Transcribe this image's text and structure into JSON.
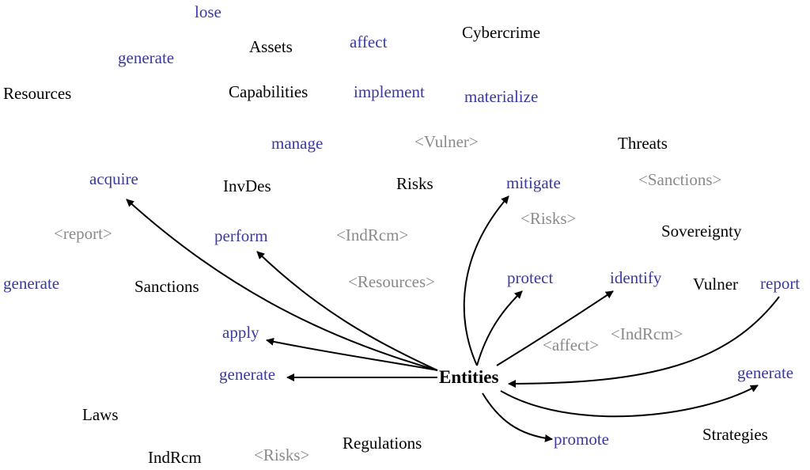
{
  "colors": {
    "concept": "#000000",
    "relation": "#3a3aa0",
    "meta": "#8a8a8a",
    "edge": "#000000"
  },
  "hub": "Entities",
  "words": [
    {
      "text": "lose",
      "kind": "r"
    },
    {
      "text": "generate",
      "kind": "r"
    },
    {
      "text": "Assets",
      "kind": "c"
    },
    {
      "text": "affect",
      "kind": "r"
    },
    {
      "text": "Cybercrime",
      "kind": "c"
    },
    {
      "text": "Resources",
      "kind": "c"
    },
    {
      "text": "Capabilities",
      "kind": "c"
    },
    {
      "text": "implement",
      "kind": "r"
    },
    {
      "text": "materialize",
      "kind": "r"
    },
    {
      "text": "manage",
      "kind": "r"
    },
    {
      "text": "<Vulner>",
      "kind": "m"
    },
    {
      "text": "Threats",
      "kind": "c"
    },
    {
      "text": "acquire",
      "kind": "r"
    },
    {
      "text": "InvDes",
      "kind": "c"
    },
    {
      "text": "Risks",
      "kind": "c"
    },
    {
      "text": "mitigate",
      "kind": "r"
    },
    {
      "text": "<Sanctions>",
      "kind": "m"
    },
    {
      "text": "<Risks>",
      "kind": "m"
    },
    {
      "text": "<report>",
      "kind": "m"
    },
    {
      "text": "perform",
      "kind": "r"
    },
    {
      "text": "<IndRcm>",
      "kind": "m"
    },
    {
      "text": "Sovereignty",
      "kind": "c"
    },
    {
      "text": "generate",
      "kind": "r"
    },
    {
      "text": "Sanctions",
      "kind": "c"
    },
    {
      "text": "<Resources>",
      "kind": "m"
    },
    {
      "text": "protect",
      "kind": "r"
    },
    {
      "text": "identify",
      "kind": "r"
    },
    {
      "text": "Vulner",
      "kind": "c"
    },
    {
      "text": "report",
      "kind": "r"
    },
    {
      "text": "apply",
      "kind": "r"
    },
    {
      "text": "<IndRcm>",
      "kind": "m"
    },
    {
      "text": "<affect>",
      "kind": "m"
    },
    {
      "text": "generate",
      "kind": "r"
    },
    {
      "text": "generate",
      "kind": "r"
    },
    {
      "text": "Laws",
      "kind": "c"
    },
    {
      "text": "promote",
      "kind": "r"
    },
    {
      "text": "Strategies",
      "kind": "c"
    },
    {
      "text": "Regulations",
      "kind": "c"
    },
    {
      "text": "IndRcm",
      "kind": "c"
    },
    {
      "text": "<Risks>",
      "kind": "m"
    }
  ]
}
